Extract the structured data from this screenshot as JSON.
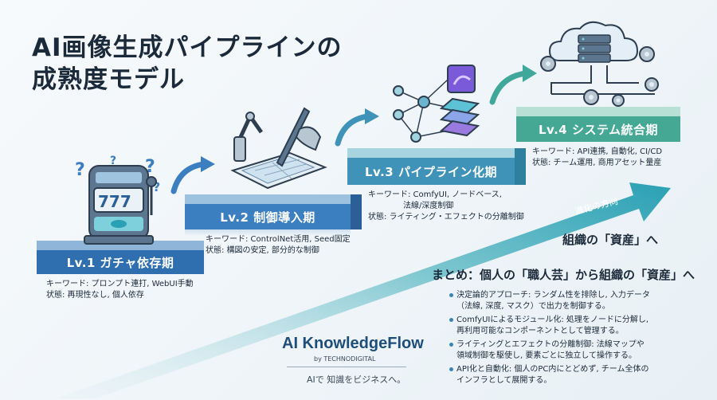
{
  "title": {
    "line1": "AI画像生成パイプラインの",
    "line2": "成熟度モデル"
  },
  "levels": [
    {
      "label": "Lv.1 ガチャ依存期",
      "keywords": "キーワード: プロンプト連打, WebUI手動",
      "state": "状態: 再現性なし, 個人依存",
      "icon": "slot-machine-icon"
    },
    {
      "label": "Lv.2 制御導入期",
      "keywords": "キーワード: ControlNet活用, Seed固定",
      "state": "状態: 構図の安定, 部分的な制御",
      "icon": "robot-arm-tablet-icon"
    },
    {
      "label": "Lv.3 パイプライン化期",
      "keywords": "キーワード: ComfyUI, ノードベース,",
      "keywords2": "法線/深度制御",
      "state": "状態: ライティング・エフェクトの分離制御",
      "icon": "node-graph-icon"
    },
    {
      "label": "Lv.4 システム統合期",
      "keywords": "キーワード: API連携, 自動化, CI/CD",
      "state": "状態: チーム運用, 商用アセット量産",
      "icon": "cloud-server-icon"
    }
  ],
  "evolution_label": "進化の方向",
  "org_asset": "組織の「資産」へ",
  "summary": {
    "title": "まとめ：個人の「職人芸」から組織の「資産」へ",
    "items": [
      {
        "l1": "決定論的アプローチ: ランダム性を排除し, 入力データ",
        "l2": "（法線, 深度, マスク）で出力を制御する。"
      },
      {
        "l1": "ComfyUIによるモジュール化: 処理をノードに分解し,",
        "l2": "再利用可能なコンポーネントとして管理する。"
      },
      {
        "l1": "ライティングとエフェクトの分離制御: 法線マップや",
        "l2": "領域制御を駆使し, 要素ごとに独立して操作する。"
      },
      {
        "l1": "API化と自動化: 個人のPC内にとどめず, チーム全体の",
        "l2": "インフラとして展開する。"
      }
    ]
  },
  "logo": {
    "main": "AI KnowledgeFlow",
    "by": "by TECHNODIGITAL",
    "tagline": "AIで 知識をビジネスへ。"
  },
  "colors": {
    "lv1": "#2f6fb0",
    "lv2": "#3b7fc0",
    "lv3": "#3f93b8",
    "lv4": "#45a894",
    "arrow": "#3fa0b0"
  }
}
